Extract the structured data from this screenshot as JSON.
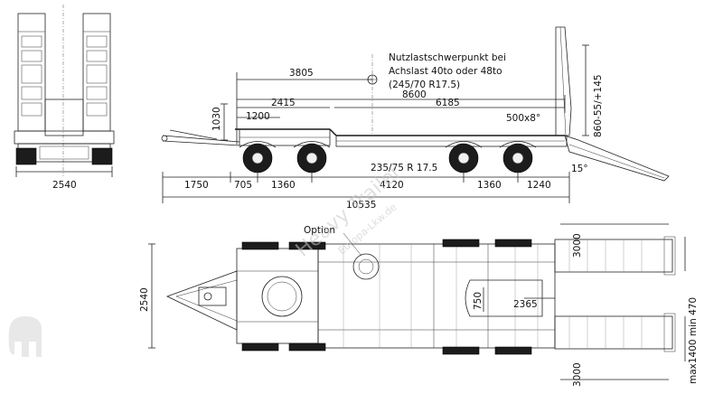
{
  "notes": {
    "center_of_load_line1": "Nutzlastschwerpunkt bei",
    "center_of_load_line2": "Achslast 40to oder 48to",
    "center_of_load_line3": "(245/70 R17.5)",
    "option_label": "Option",
    "tyre_label": "235/75 R 17.5",
    "beam_label": "500x8°",
    "ramp_angle": "15°"
  },
  "dimensions": {
    "width_front": "2540",
    "height_bed": "1030",
    "load_center": "3805",
    "bed_length": "8600",
    "gooseneck": "2415",
    "bed_front": "6185",
    "drawbar": "1200",
    "ramp_height": "860-55/+145",
    "d1750": "1750",
    "d705": "705",
    "d1360a": "1360",
    "d4120": "4120",
    "d1360b": "1360",
    "d1240": "1240",
    "overall_length": "10535",
    "plan_width": "2540",
    "d750": "750",
    "d2365": "2365",
    "ramp_length_top": "3000",
    "ramp_length_bottom": "3000",
    "ramp_width": "max1400 min 470"
  },
  "watermark": {
    "line1": "Heavy Trailer",
    "line2": "Europa-Lkw.de"
  },
  "icons": {
    "logo": "elephant-logo-icon"
  }
}
